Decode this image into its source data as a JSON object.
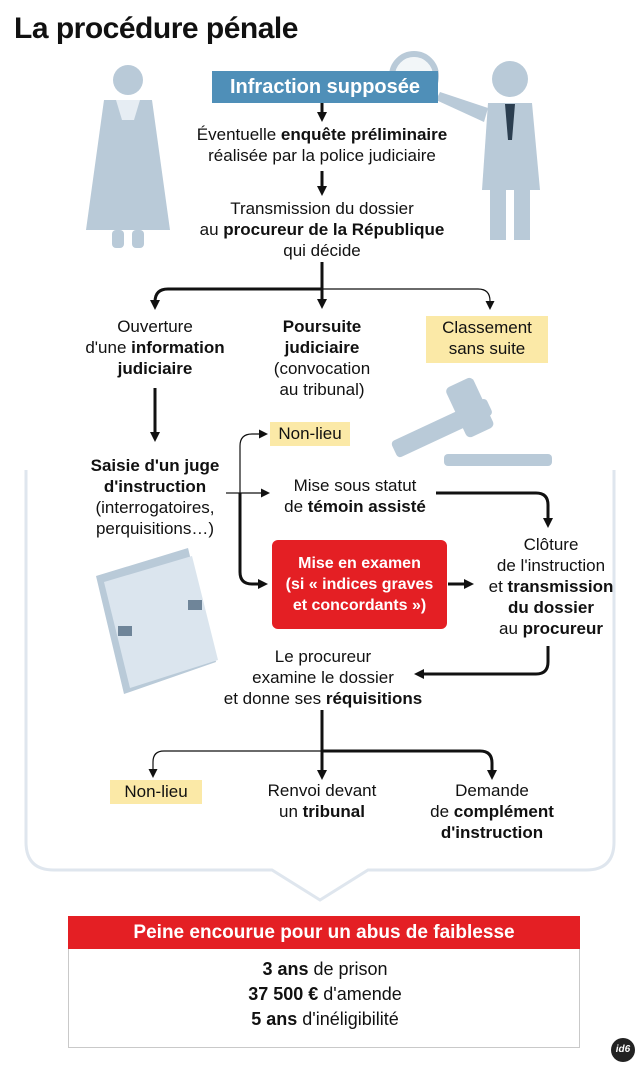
{
  "title": "La procédure pénale",
  "start": "Infraction supposée",
  "enquete": {
    "pre": "Éventuelle ",
    "bold": "enquête préliminaire",
    "line2": "réalisée par la police judiciaire"
  },
  "transmission": {
    "line1": "Transmission du dossier",
    "pre": "au ",
    "bold": "procureur de la République",
    "line3": "qui décide"
  },
  "ouverture": {
    "line1": "Ouverture",
    "pre": "d'une ",
    "bold": "information",
    "line3": "judiciaire"
  },
  "poursuite": {
    "bold1": "Poursuite",
    "bold2": "judiciaire",
    "line3": "(convocation",
    "line4": "au tribunal)"
  },
  "classement": {
    "line1": "Classement",
    "line2": "sans suite"
  },
  "non_lieu_1": "Non-lieu",
  "saisie": {
    "bold1": "Saisie d'un juge",
    "bold2": "d'instruction",
    "line3": "(interrogatoires,",
    "line4": "perquisitions…)"
  },
  "temoin": {
    "line1": "Mise sous statut",
    "pre": "de ",
    "bold": "témoin assisté"
  },
  "examen": {
    "line1": "Mise en examen",
    "line2": "(si « indices graves",
    "line3": "et concordants »)"
  },
  "cloture": {
    "line1": "Clôture",
    "line2": "de l'instruction",
    "pre3": "et ",
    "bold3": "transmission",
    "bold4": "du dossier",
    "pre5": "au ",
    "bold5": "procureur"
  },
  "procureur": {
    "line1": "Le procureur",
    "line2": "examine le dossier",
    "pre3": "et donne ses ",
    "bold3": "réquisitions"
  },
  "non_lieu_2": "Non-lieu",
  "renvoi": {
    "line1": "Renvoi devant",
    "pre": "un ",
    "bold": "tribunal"
  },
  "demande": {
    "line1": "Demande",
    "pre": "de ",
    "bold2": "complément",
    "bold3": "d'instruction"
  },
  "penalty": {
    "title": "Peine encourue pour un abus de faiblesse",
    "l1_bold": "3 ans",
    "l1_rest": " de prison",
    "l2_bold": "37 500 €",
    "l2_rest": " d'amende",
    "l3_bold": "5 ans",
    "l3_rest": " d'inéligibilité"
  },
  "logo": "id6",
  "colors": {
    "blue": "#4f8fb8",
    "red": "#e41f24",
    "yellow": "#fbe9a7",
    "panel_border": "#dfe6ee",
    "illustration": "#b9cad8"
  }
}
